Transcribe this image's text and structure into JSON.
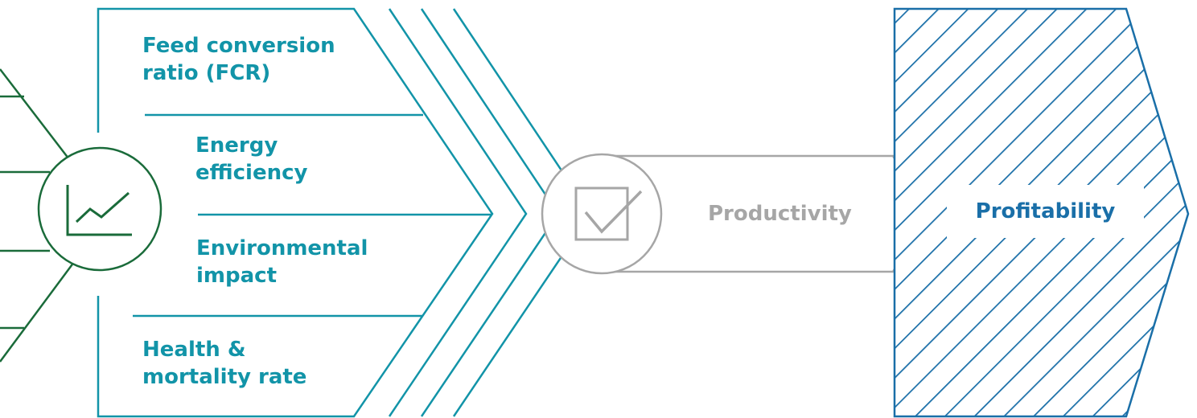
{
  "diagram": {
    "kpi_labels": [
      {
        "lines": [
          "Feed conversion",
          "ratio (FCR)"
        ]
      },
      {
        "lines": [
          "Energy",
          "efficiency"
        ]
      },
      {
        "lines": [
          "Environmental",
          "impact"
        ]
      },
      {
        "lines": [
          "Health &",
          "mortality rate"
        ]
      }
    ],
    "productivity_label": "Productivity",
    "profitability_label": "Profitability",
    "icons": {
      "trend": "line-chart-icon",
      "check": "checkbox-check-icon"
    },
    "colors": {
      "green": "#1a6b3a",
      "teal": "#1294a8",
      "gray": "#a6a6a6",
      "blue": "#1a6fa8"
    }
  }
}
